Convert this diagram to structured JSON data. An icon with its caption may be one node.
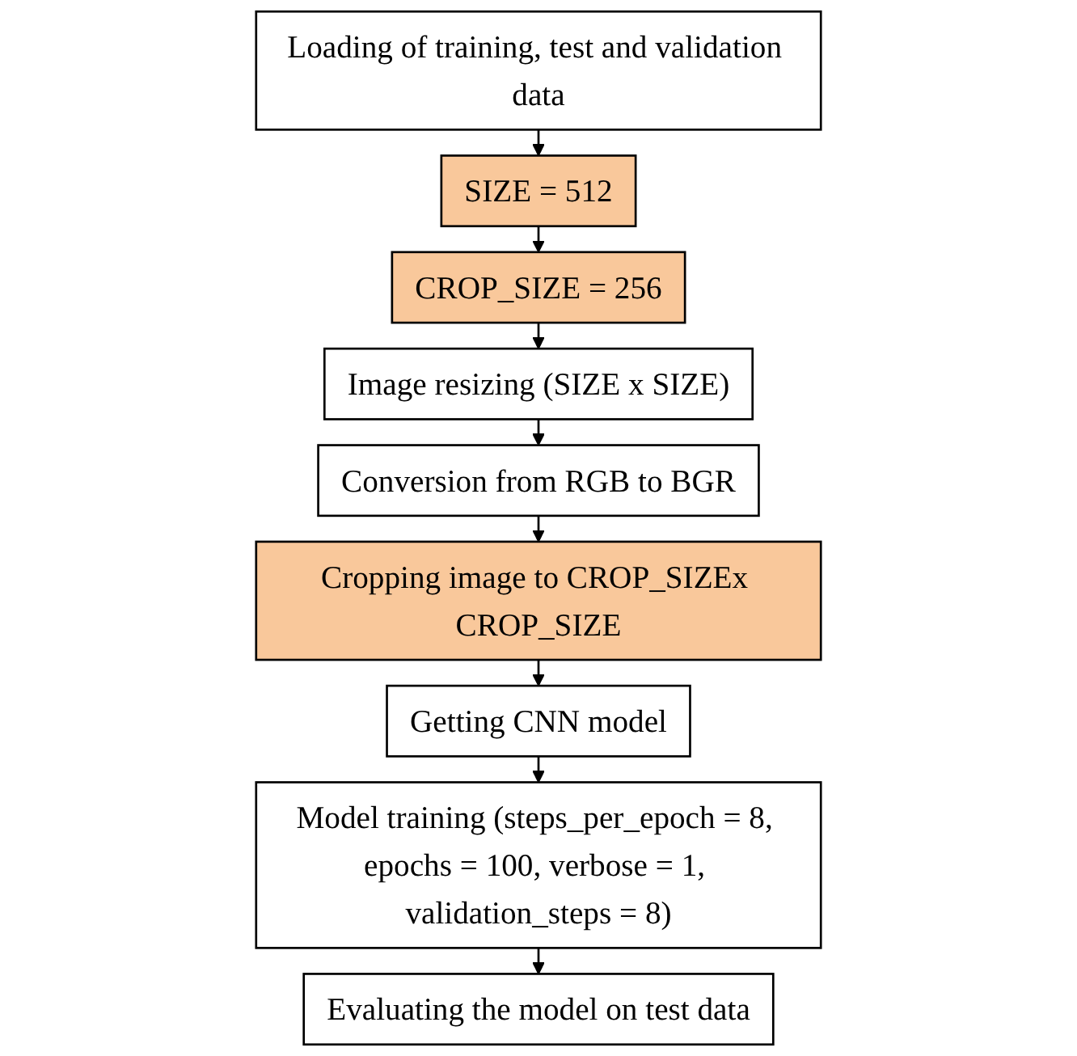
{
  "diagram": {
    "nodes": [
      {
        "text": [
          "Loading of training, test and validation data"
        ]
      },
      {
        "text": [
          "SIZE = 512"
        ]
      },
      {
        "text": [
          "CROP_SIZE = 256"
        ]
      },
      {
        "text": [
          "Image resizing (SIZE x SIZE)"
        ]
      },
      {
        "text": [
          "Conversion from RGB to BGR"
        ]
      },
      {
        "text": [
          "Cropping image to CROP_SIZEx CROP_SIZE"
        ]
      },
      {
        "text": [
          "Getting CNN model"
        ]
      },
      {
        "text": [
          "Model training (steps_per_epoch = 8, epochs = 100, verbose = 1, validation_steps = 8)"
        ]
      },
      {
        "text": [
          "Evaluating the model on test data"
        ]
      }
    ],
    "edges": [
      {
        "from": 0,
        "to": 1,
        "arrow": "to"
      },
      {
        "from": 1,
        "to": 2,
        "arrow": "to"
      },
      {
        "from": 2,
        "to": 3,
        "arrow": "to"
      },
      {
        "from": 3,
        "to": 4,
        "arrow": "to"
      },
      {
        "from": 4,
        "to": 5,
        "arrow": "to"
      },
      {
        "from": 5,
        "to": 6,
        "arrow": "to"
      },
      {
        "from": 6,
        "to": 7,
        "arrow": "to"
      },
      {
        "from": 7,
        "to": 8,
        "arrow": "to"
      }
    ]
  }
}
